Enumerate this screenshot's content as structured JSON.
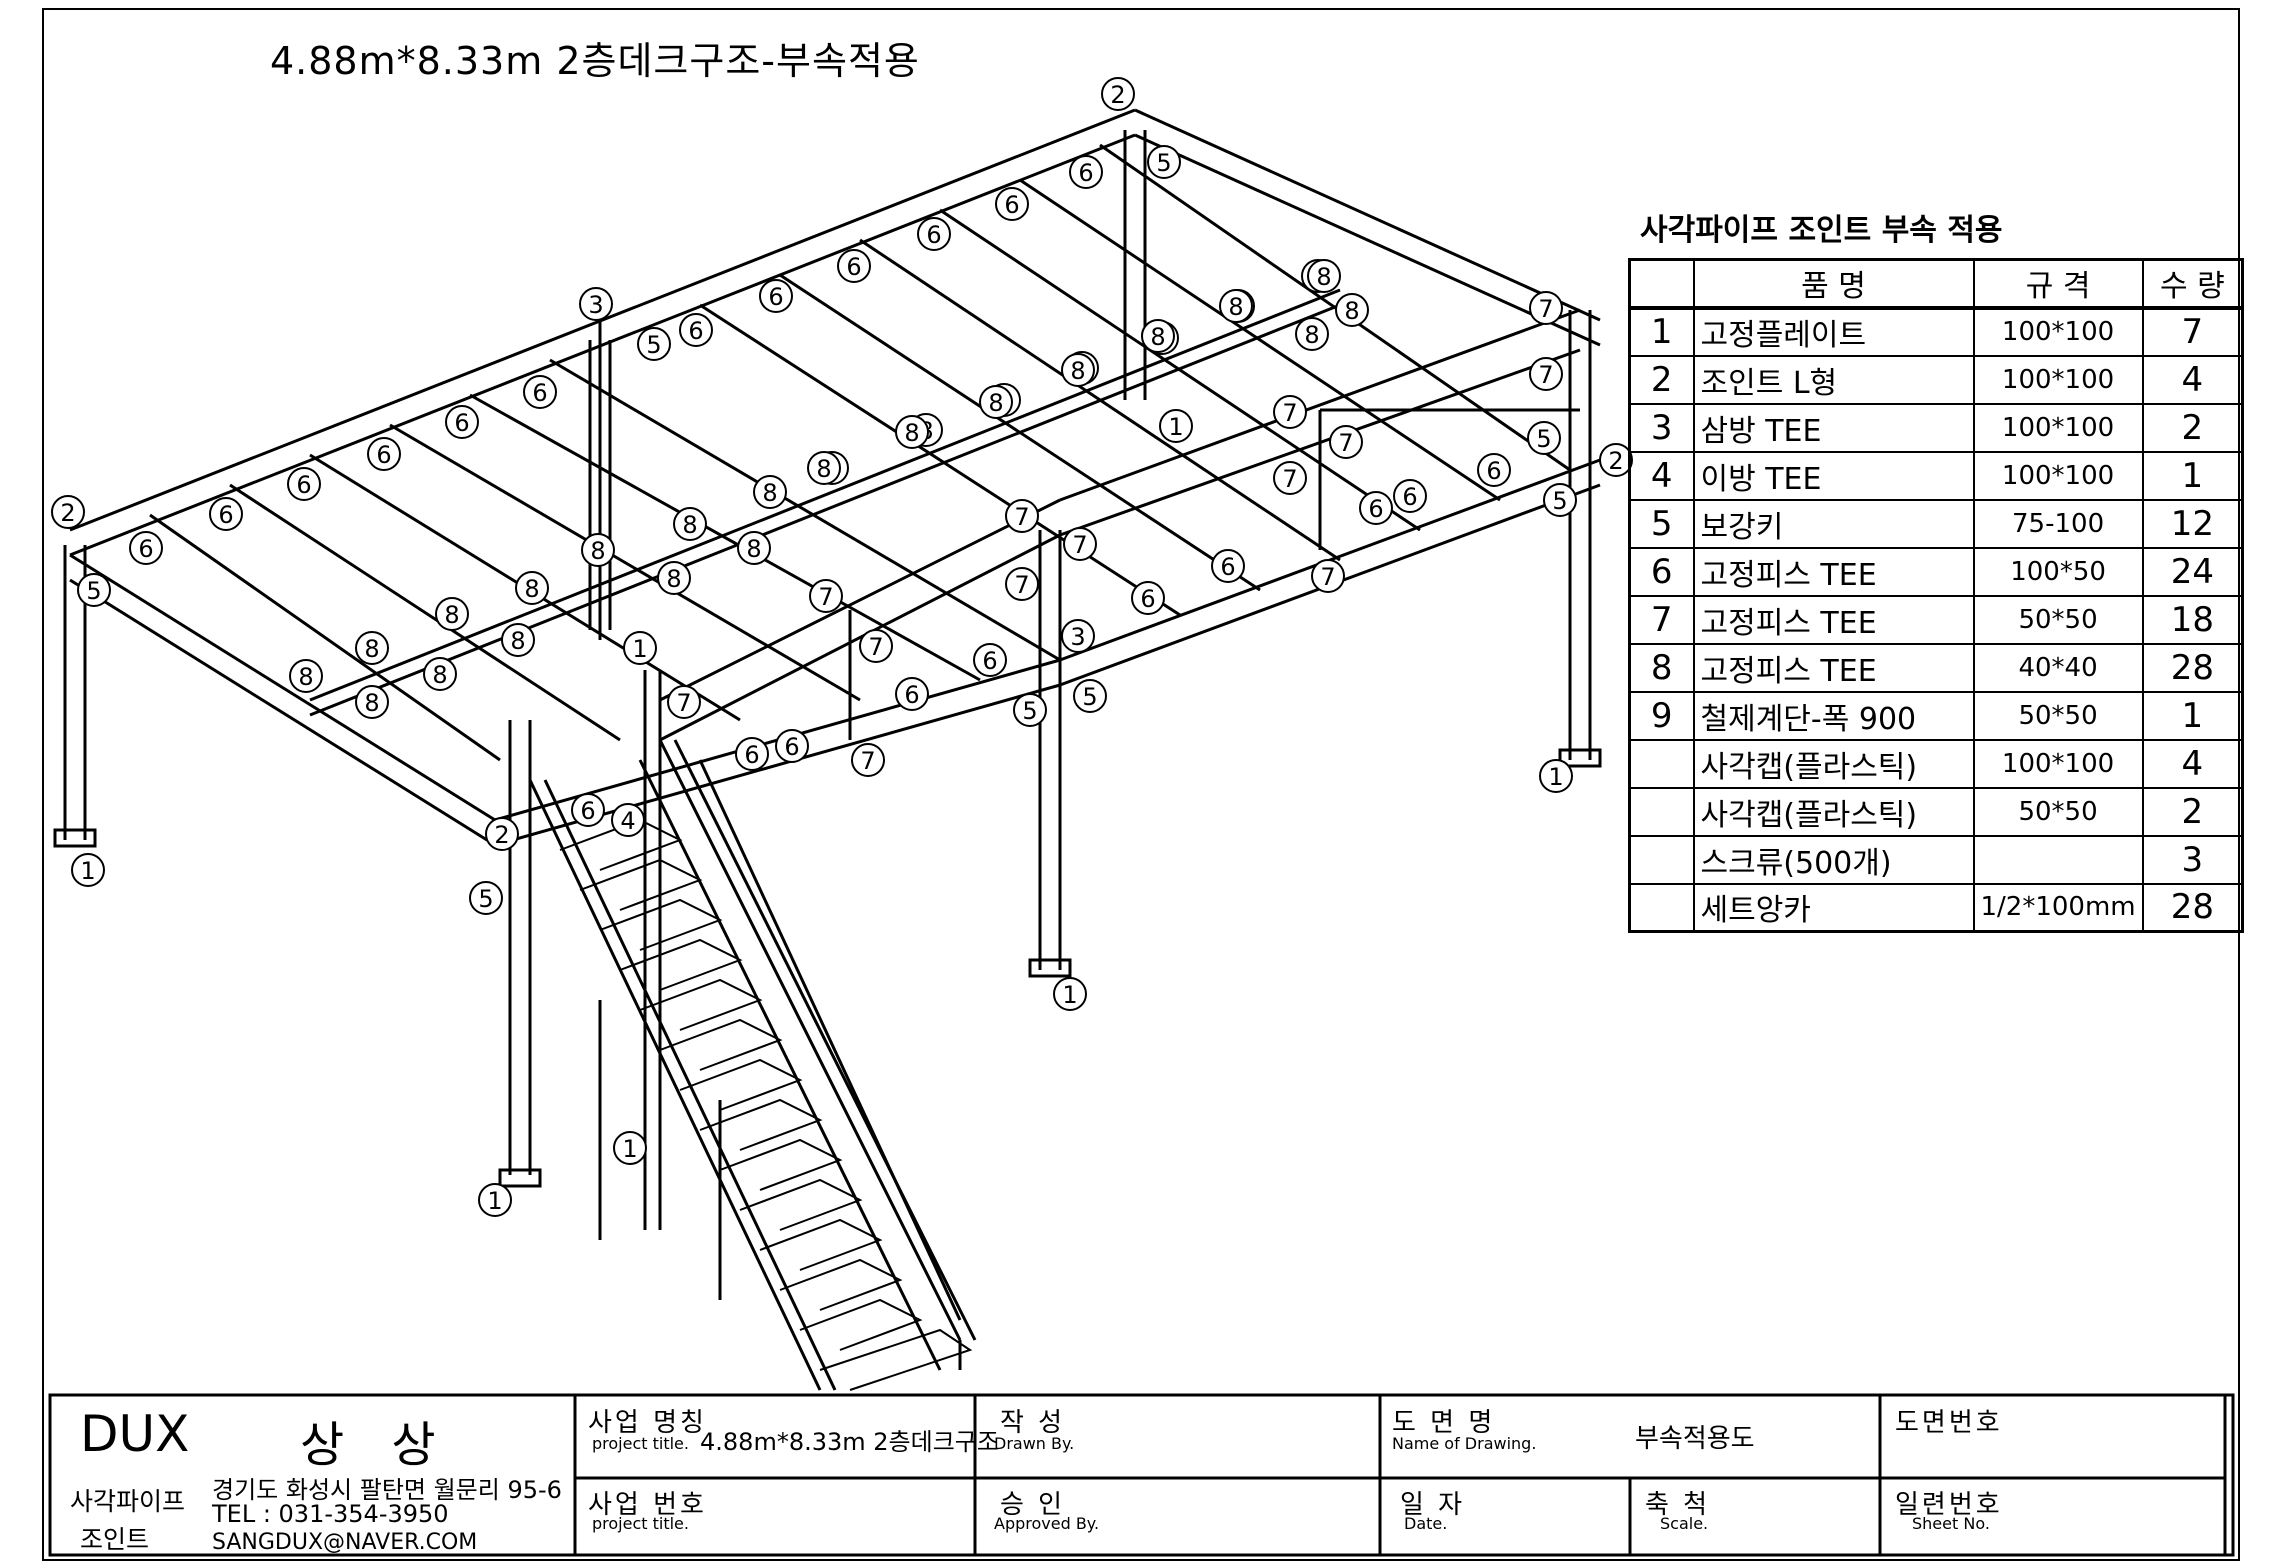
{
  "title": "4.88m*8.33m 2층데크구조-부속적용",
  "table": {
    "title": "사각파이프 조인트 부속 적용",
    "headers": [
      "품          명",
      "규    격",
      "수  량"
    ],
    "rows": [
      {
        "no": "1",
        "name": "고정플레이트",
        "spec": "100*100",
        "qty": "7"
      },
      {
        "no": "2",
        "name": "조인트 L형",
        "spec": "100*100",
        "qty": "4"
      },
      {
        "no": "3",
        "name": "삼방 TEE",
        "spec": "100*100",
        "qty": "2"
      },
      {
        "no": "4",
        "name": "이방 TEE",
        "spec": "100*100",
        "qty": "1"
      },
      {
        "no": "5",
        "name": "보강키",
        "spec": "75-100",
        "qty": "12"
      },
      {
        "no": "6",
        "name": "고정피스 TEE",
        "spec": "100*50",
        "qty": "24"
      },
      {
        "no": "7",
        "name": "고정피스 TEE",
        "spec": "50*50",
        "qty": "18"
      },
      {
        "no": "8",
        "name": "고정피스 TEE",
        "spec": "40*40",
        "qty": "28"
      },
      {
        "no": "9",
        "name": "철제계단-폭 900",
        "spec": "50*50",
        "qty": "1"
      },
      {
        "no": "",
        "name": "사각캡(플라스틱)",
        "spec": "100*100",
        "qty": "4"
      },
      {
        "no": "",
        "name": "사각캡(플라스틱)",
        "spec": "50*50",
        "qty": "2"
      },
      {
        "no": "",
        "name": "스크류(500개)",
        "spec": "",
        "qty": "3"
      },
      {
        "no": "",
        "name": "세트앙카",
        "spec": "1/2*100mm",
        "qty": "28"
      }
    ]
  },
  "titleblock": {
    "company": "DUX",
    "company_kr": "상 상",
    "company_sub1": "사각파이프",
    "company_sub2": "조인트",
    "address": "경기도 화성시 팔탄면 월문리 95-6",
    "tel": "TEL : 031-354-3950",
    "email": "SANGDUX@NAVER.COM",
    "project_name_label": "사업 명칭",
    "project_name_sub": "project title.",
    "project_name_value": "4.88m*8.33m 2층데크구조",
    "project_no_label": "사업 번호",
    "project_no_sub": "project title.",
    "drawn_label": "작  성",
    "drawn_sub": "Drawn By.",
    "approved_label": "승  인",
    "approved_sub": "Approved By.",
    "drawing_name_label": "도 면 명",
    "drawing_name_sub": "Name of Drawing.",
    "drawing_name_value": "부속적용도",
    "date_label": "일 자",
    "date_sub": "Date.",
    "scale_label": "축 척",
    "scale_sub": "Scale.",
    "drawing_no_label": "도면번호",
    "sheet_no_label": "일련번호",
    "sheet_no_sub": "Sheet No."
  },
  "callouts": [
    "1",
    "2",
    "3",
    "4",
    "5",
    "6",
    "7",
    "8"
  ]
}
